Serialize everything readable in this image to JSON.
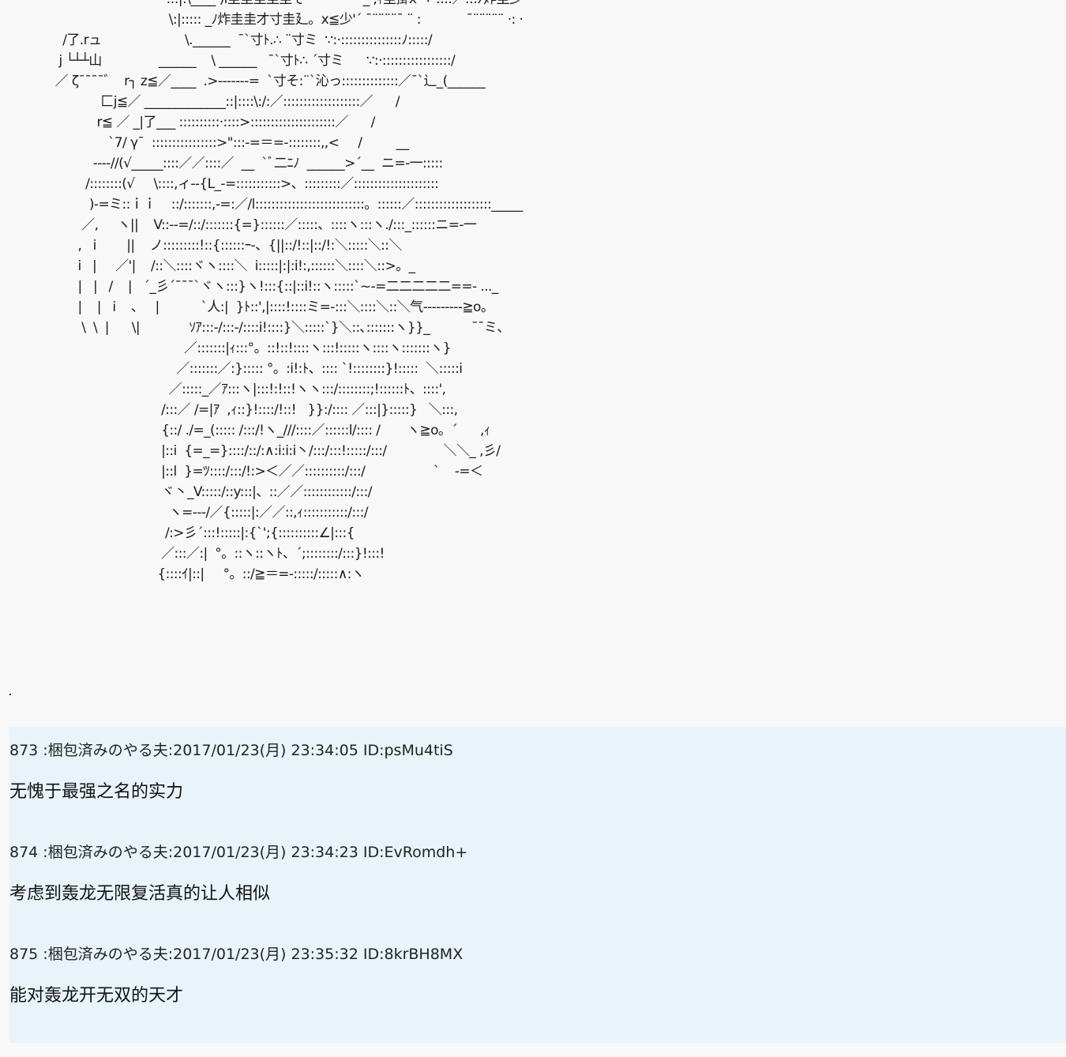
{
  "ascii_art": {
    "lines": [
      "                            ー  ~`丶:::|:\\____ )i圭圭圭圭圭そ  ´ ¨ ·       _ ,ｨ圭掛x  ∵ ::::／:::ﾉ炸圭少゛  ¨ ·",
      "                                          \\:|::::: _ﾉ炸圭圭才寸圭廴。x≦少'´ ¯¨¨¨¨¯ ¨ :            ¯¨¨¨¨¨ ·: ·",
      "              /了.rュ                      \\.______  ¯`寸ﾄ.∴ ¨寸ミ  ∵:·:::::::::::::::ﾉ:::::/",
      "             j └┴┴山               ______    \\ ______   ¯`寸ﾄ∴ ´寸ミ      ∵:·:::::::::::::::::/",
      "            ／ ζ¯¯¯¯゛  r┐ z≦／____  .>-------=  `寸そ:¨`沁っ::::::::::::::／¯`辶_(______",
      "                        匚j≦／ _____________::|::::\\:/:／:::::::::::::::::::／      /",
      "                       r≦ ／ _|了___ ::::::::::·::::>:::::::::::::::::::::／      /",
      "                          `7/ γ¯  ::::::::::::::::>\":::-=＝=-::::::::,,<     /         __",
      "                      ----//(√_____::::／／::::／  __  `ﾞ二ﾆﾉ  ______>´__  ニ=-一:::::",
      "                    /::::::::(√     \\::::,ィ--{L_-=:::::::::::>、:::::::::／:::::::::::::::::::::",
      "                     )-=ミ::ｉｉ    ::/:::::::,-=:／/l:::::::::::::::::::::::::::。::::::／:::::::::::::::::::_____",
      "                   ／,     ヽ||    V::--=/::/:::::::{=}::::::／:::::、::::ヽ:::ヽ./:::_::::::ニ=-一",
      "                  ,   i        ||    ノ:::::::::!::{::::::ｰ-、{||::/!::|::/!:＼:::::＼::＼",
      "                  i   |     ／'|    /::＼::::ヾヽ::::＼  i:::::|:|:i!:,::::::＼::::＼::>。_",
      "                  |   |   /    |   ´_彡´¯¯¯`ヾヽ:::}ヽ!:::{::|::i!::ヽ:::::`~-=二二二二二==- ..._",
      "                  |    |   i    、   |           `人:|  }ﾄ::',|::::!::::ミ=-:::＼::::＼::＼气---------≧o。",
      "                   \\  \\  |      \\|             ｿｱ:::-/:::-/::::i!::::}＼:::::`}＼::､:::::::ヽ}}_           ¯¯ミ、",
      "                                              ／:::::::|ｨ:::°。::!::!::::ヽ:::!:::::ヽ::::ヽ:::::::ヽ}",
      "                                            ／:::::::／:}::::: °。:i!:ﾄ、:::: `!::::::::}!:::::  ＼:::::i",
      "                                          ／:::::_／ｱ:::ヽ|:::!:!::!ヽヽ:::/::::::::;!::::::ﾄ、::::',",
      "                                        /:::／ /=|ｱ  ,ｨ::}!::::/!::!   }}:/:::: ／:::|}:::::}   ＼:::,",
      "                                        {::/ ./=_(::::: /:::/!ヽ_///::::／::::::l/:::: /       ヽ≧o。´      ,ｨ",
      "                                        |::i  {=_=}::::/::/:∧:i:i:i丶/:::/:::!:::::/:::/               ＼＼_ ,彡/",
      "                                        |::l  }=ﾂ::::/:::/!:>＜／／::::::::::/:::/                  `    -=＜",
      "                                        ヾ丶_V:::::/::y:::|、::／／::::::::::::/:::/",
      "                                          ヽ=---/／{:::::|:／／::,ｨ:::::::::::/:::/",
      "                                         /:>彡´:::!:::::|:{`';{::::::::::∠|:::{",
      "                                        ／:::／:|  °。::ヽ::ヽﾄ、´;::::::::/:::}!:::!",
      "                                       {::::ｲ|::|     °。::/≧＝=-:::::/:::::∧:ヽ"
    ]
  },
  "posts": [
    {
      "header": "873 :梱包済みのやる夫:2017/01/23(月) 23:34:05 ID:psMu4tiS",
      "body": "无愧于最强之名的实力"
    },
    {
      "header": "874 :梱包済みのやる夫:2017/01/23(月) 23:34:23 ID:EvRomdh+",
      "body": "考虑到轰龙无限复活真的让人相似"
    },
    {
      "header": "875 :梱包済みのやる夫:2017/01/23(月) 23:35:32 ID:8krBH8MX",
      "body": "能对轰龙开无双的天才"
    }
  ]
}
